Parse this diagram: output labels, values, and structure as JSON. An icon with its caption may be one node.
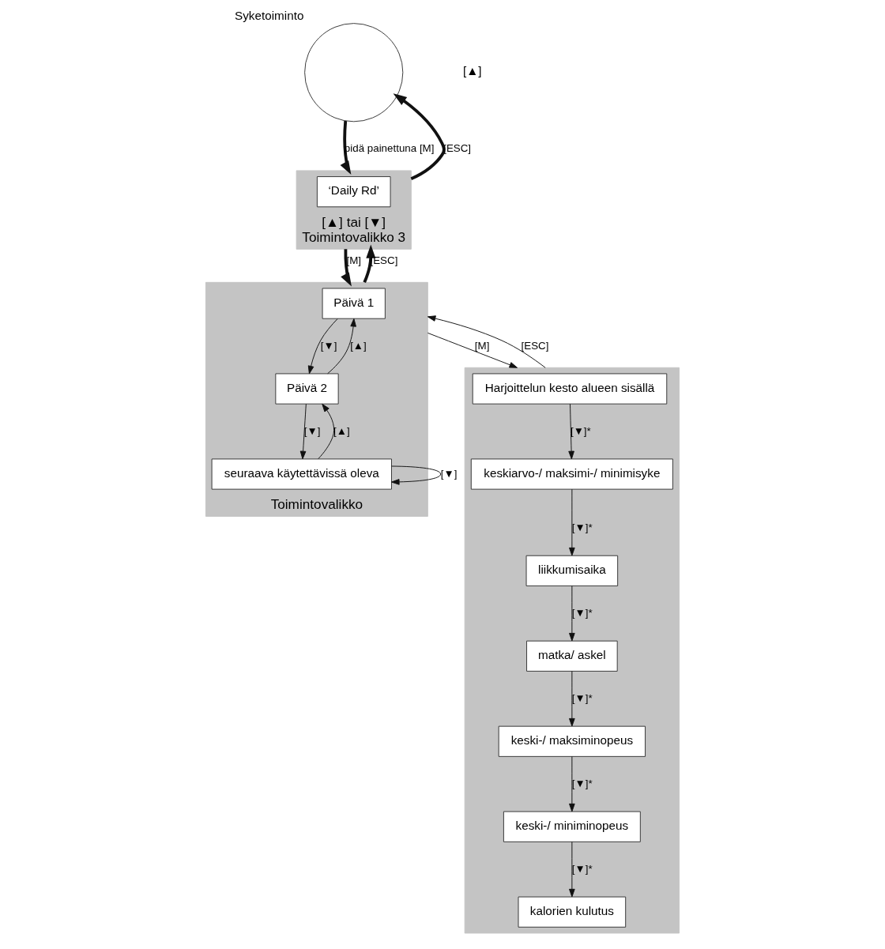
{
  "diagram": {
    "nodes": [
      {
        "text": [],
        "shape": "circle",
        "beside": [
          "Syketoiminto"
        ]
      },
      {
        "text": [
          "[▲] tai [▼]",
          "Toimintovalikko 3"
        ]
      },
      {
        "text": [
          "‘Daily Rd’"
        ],
        "in": 1
      },
      {
        "text": [
          "Toimintovalikko"
        ]
      },
      {
        "text": [
          "Päivä 1"
        ],
        "in": 3
      },
      {
        "text": [
          "Päivä 2"
        ],
        "in": 3
      },
      {
        "text": [
          "seuraava käytettävissä oleva"
        ],
        "in": 3
      },
      {
        "text": [],
        "shape": "box"
      },
      {
        "text": [
          "Harjoittelun kesto alueen sisällä"
        ],
        "in": 7
      },
      {
        "text": [
          "keskiarvo-/ maksimi-/ minimisyke"
        ],
        "in": 7
      },
      {
        "text": [
          "liikkumisaika"
        ],
        "in": 7
      },
      {
        "text": [
          "matka/ askel"
        ],
        "in": 7
      },
      {
        "text": [
          "keski-/ maksiminopeus"
        ],
        "in": 7
      },
      {
        "text": [
          "keski-/ miniminopeus"
        ],
        "in": 7
      },
      {
        "text": [
          "kalorien kulutus"
        ],
        "in": 7
      }
    ],
    "edges": [
      {
        "from": 0,
        "to": 1,
        "arrow": "to",
        "label": "pidä painettuna [M]",
        "style": "thick"
      },
      {
        "from": 1,
        "to": 0,
        "arrow": "to",
        "label": "[ESC]",
        "style": "thick"
      },
      {
        "from": 1,
        "to": 3,
        "arrow": "to",
        "label": "[M]",
        "style": "thick"
      },
      {
        "from": 3,
        "to": 1,
        "arrow": "to",
        "label": "[ESC]",
        "style": "thick"
      },
      {
        "from": 4,
        "to": 5,
        "arrow": "to",
        "label": "[▼]"
      },
      {
        "from": 5,
        "to": 4,
        "arrow": "to",
        "label": "[▲]"
      },
      {
        "from": 5,
        "to": 6,
        "arrow": "to",
        "label": "[▼]"
      },
      {
        "from": 6,
        "to": 5,
        "arrow": "to",
        "label": "[▲]"
      },
      {
        "from": 6,
        "to": 6,
        "arrow": "to",
        "label": "[▼]"
      },
      {
        "from": 3,
        "to": 7,
        "arrow": "to",
        "label": "[M]"
      },
      {
        "from": 7,
        "to": 3,
        "arrow": "to",
        "label": "[ESC]"
      },
      {
        "from": 8,
        "to": 9,
        "arrow": "to",
        "label": "[▼]*"
      },
      {
        "from": 9,
        "to": 10,
        "arrow": "to",
        "label": "[▼]*"
      },
      {
        "from": 10,
        "to": 11,
        "arrow": "to",
        "label": "[▼]*"
      },
      {
        "from": 11,
        "to": 12,
        "arrow": "to",
        "label": "[▼]*"
      },
      {
        "from": 12,
        "to": 13,
        "arrow": "to",
        "label": "[▼]*"
      },
      {
        "from": 13,
        "to": 14,
        "arrow": "to",
        "label": "[▼]*"
      }
    ],
    "labels": [
      "[▲]"
    ]
  }
}
